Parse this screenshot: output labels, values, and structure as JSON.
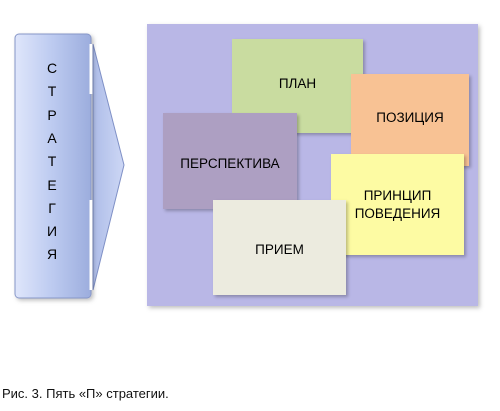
{
  "left_label": {
    "letters": [
      "С",
      "Т",
      "Р",
      "А",
      "Т",
      "Е",
      "Г",
      "И",
      "Я"
    ]
  },
  "boxes": {
    "plan": "ПЛАН",
    "position": "ПОЗИЦИЯ",
    "perspective": "ПЕРСПЕКТИВА",
    "principle_line1": "ПРИНЦИП",
    "principle_line2": "ПОВЕДЕНИЯ",
    "technique": "ПРИЕМ"
  },
  "caption": "Рис. 3. Пять «П» стратегии.",
  "colors": {
    "background_panel": "#b9b7e6",
    "plan": "#c9dca0",
    "position": "#f8c294",
    "perspective": "#ad9fc2",
    "principle": "#fdfba3",
    "technique": "#ecebdf",
    "column": "#bcc9ef"
  }
}
